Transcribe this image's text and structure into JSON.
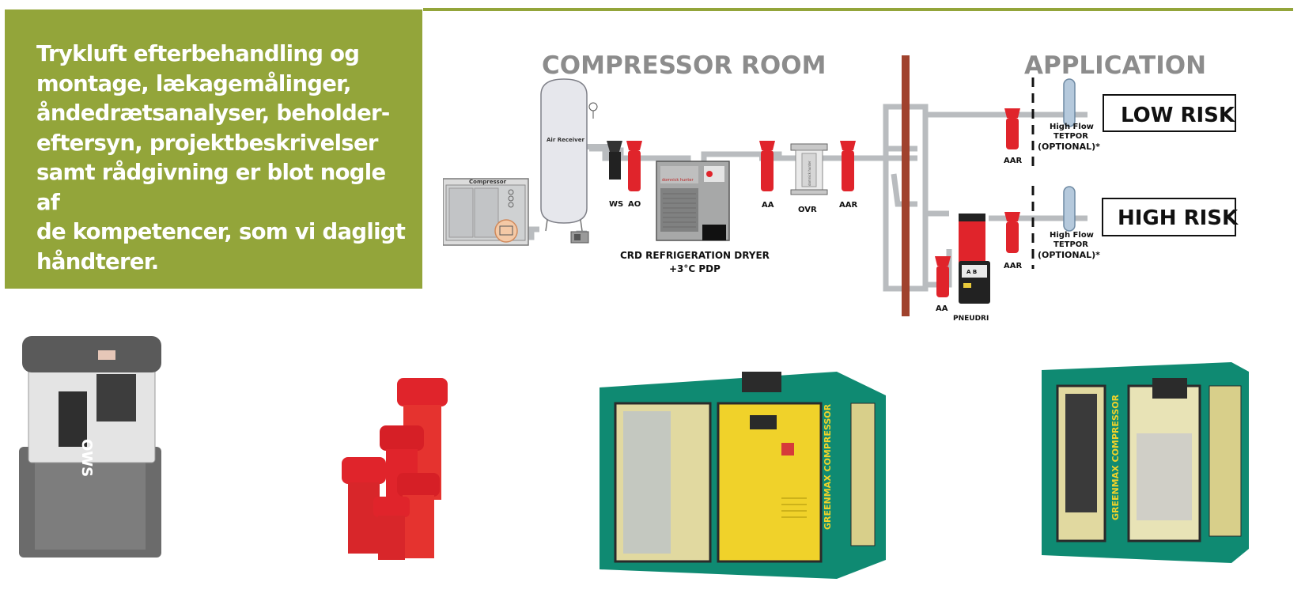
{
  "intro": {
    "text": "Trykluft efterbehandling og\nmontage, lækagemålinger,\nåndedrætsanalyser, beholder-\neftersyn, projektbeskrivelser\nsamt rådgivning er blot nogle af\nde kompetencer, som vi dagligt\nhåndterer."
  },
  "diagram": {
    "compressor_room_heading": "COMPRESSOR ROOM",
    "application_heading": "APPLICATION",
    "compressor_label": "Compressor",
    "air_receiver_label": "Air Receiver",
    "dryer_label_line1": "CRD REFRIGERATION DRYER",
    "dryer_label_line2": "+3°C PDP",
    "dryer_brand": "domnick hunter",
    "ovr_brand": "domnick hunter",
    "filters": {
      "ws": "WS",
      "ao": "AO",
      "aa_main": "AA",
      "ovr": "OVR",
      "aar_main": "AAR",
      "aar_low": "AAR",
      "aar_high": "AAR",
      "aa_high": "AA"
    },
    "tetpor_low": {
      "line1": "High Flow",
      "line2": "TETPOR",
      "line3": "(OPTIONAL)*"
    },
    "tetpor_high": {
      "line1": "High Flow",
      "line2": "TETPOR",
      "line3": "(OPTIONAL)*"
    },
    "low_risk": "LOW RISK",
    "high_risk": "HIGH RISK",
    "pneudri_label": "PNEUDRI",
    "pneudri_panel": "A B"
  },
  "products": {
    "oil_separator_brand": "OWS",
    "compressor_1_brand": "GREENMAX COMPRESSOR",
    "compressor_2_brand": "GREENMAX COMPRESSOR"
  },
  "colors": {
    "brand_green": "#93a53a",
    "filter_red": "#e0242b",
    "pipe_gray": "#b9bcbf",
    "heading_gray": "#8c8c8c",
    "wall_brown": "#a0422d",
    "compressor_green": "#0f8a72",
    "compressor_yellow": "#f0d22a"
  }
}
